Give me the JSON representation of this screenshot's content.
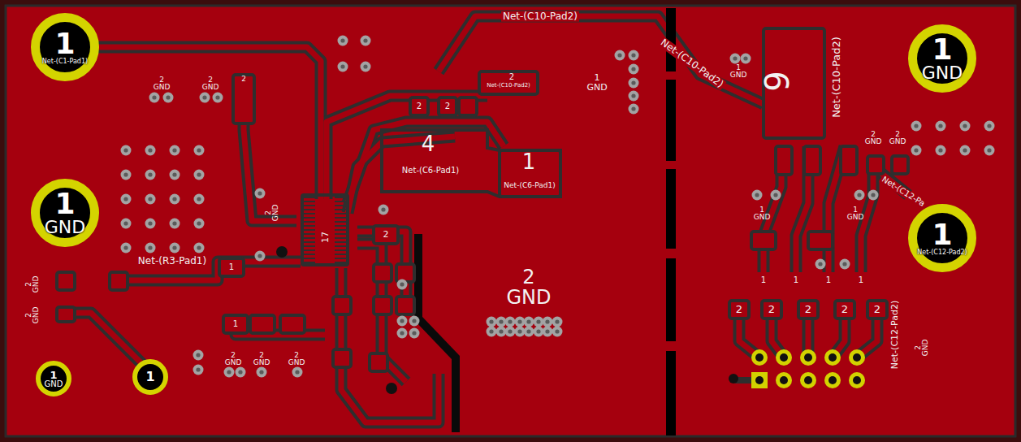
{
  "diagram": {
    "nodes": [
      {
        "text": [
          "1",
          "Net-(C1-Pad1)"
        ]
      },
      {
        "text": [
          "1",
          "GND"
        ]
      },
      {
        "text": [
          "1",
          "GND"
        ]
      },
      {
        "text": [
          "1"
        ]
      },
      {
        "text": [
          "1",
          "GND"
        ]
      },
      {
        "text": [
          "1",
          "Net-(C12-Pad2)"
        ]
      }
    ],
    "labels": [
      "Net-(C10-Pad2)",
      "Net-(C10-Pad2)",
      "6",
      "Net-(C10-Pad2)",
      "4",
      "Net-(C6-Pad1)",
      "1",
      "Net-(C6-Pad1)",
      "2 GND",
      "17",
      "Net-(R3-Pad1)",
      "1 GND",
      "2",
      "Net-(C10-Pad2)",
      "Net-(C12-Pad2)",
      "Net-(C12-Pa",
      "2 GND",
      "2 GND",
      "2",
      "1 GND",
      "2 GND",
      "2 GND",
      "1 GND",
      "1 GND",
      "2 GND",
      "2 GND",
      "2 GND",
      "2 GND",
      "2 GND",
      "2 GND",
      "2 GND",
      "1",
      "1",
      "1",
      "1",
      "2",
      "2",
      "2",
      "2",
      "2",
      "1",
      "1",
      "2",
      "2",
      "2"
    ]
  }
}
